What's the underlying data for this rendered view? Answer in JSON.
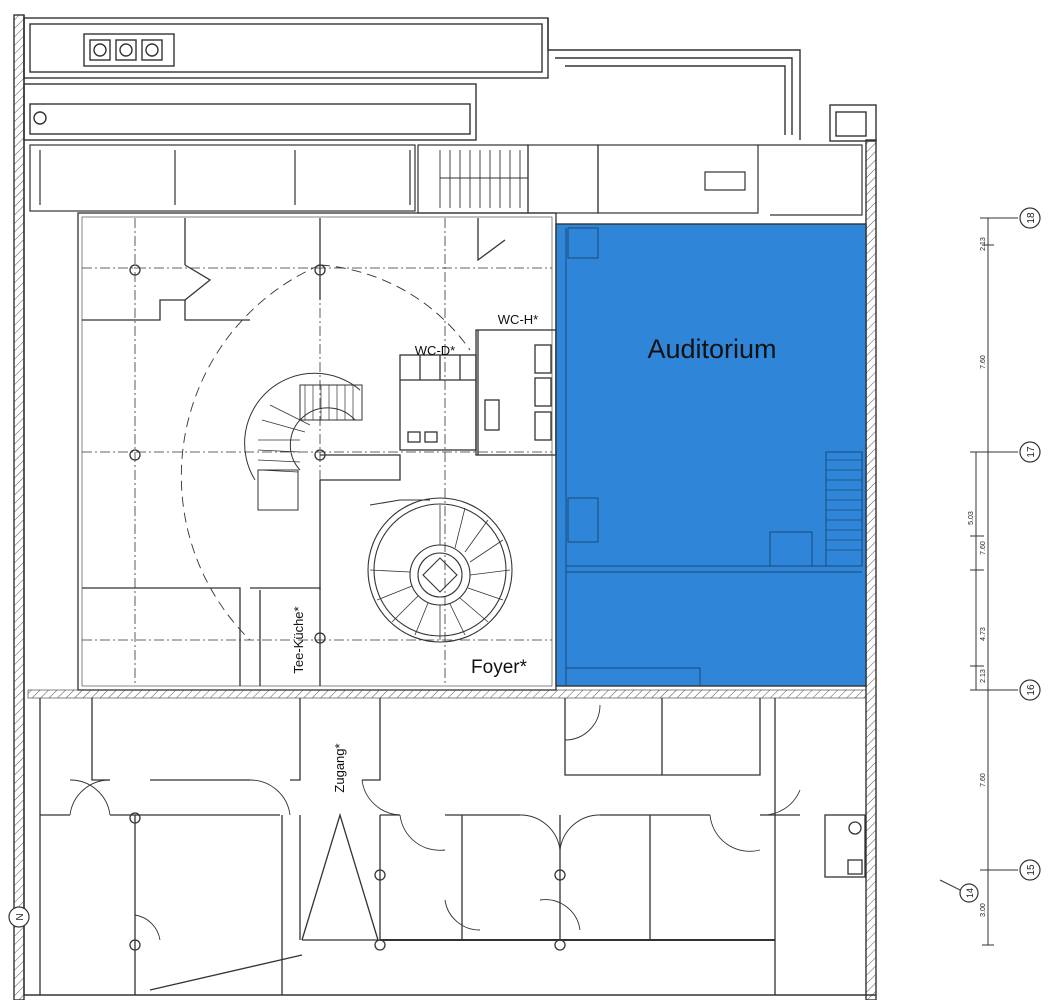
{
  "rooms": {
    "auditorium": "Auditorium",
    "foyer": "Foyer*",
    "wc_d": "WC-D*",
    "wc_h": "WC-H*",
    "tee_kueche": "Tee-Küche*",
    "zugang": "Zugang*"
  },
  "axes": [
    "18",
    "17",
    "16",
    "15",
    "14"
  ],
  "dimensions": {
    "d_18_17": "2.13",
    "d_mid1": "7.60",
    "d_17a": "5.03",
    "d_17b": "7.60",
    "d_17c": "4.73",
    "d_16a": "2.13",
    "d_16_15": "7.60",
    "d_15_14": "3.00"
  },
  "highlight_color": "#2f86d8",
  "line_color": "#333333"
}
